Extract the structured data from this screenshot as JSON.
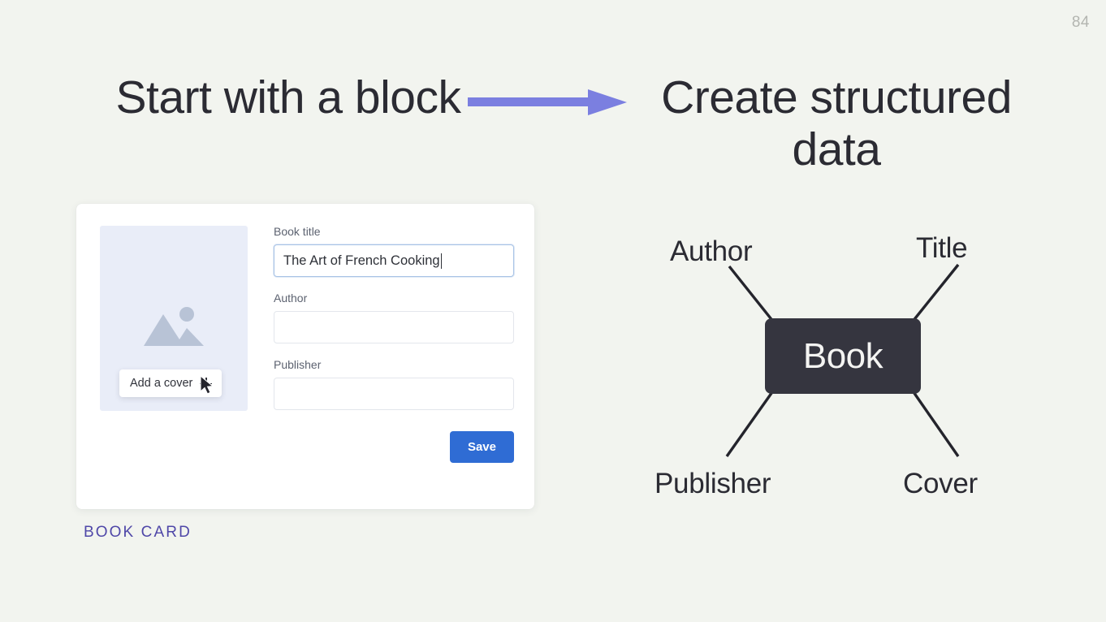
{
  "slide": {
    "page_number": "84",
    "background_color": "#f2f4ef",
    "accent_purple": "#4f47a8",
    "arrow_color": "#7b7fe0"
  },
  "left_panel": {
    "heading": "Start with a block",
    "caption": "BOOK CARD",
    "card": {
      "cover": {
        "placeholder_icon": "image-placeholder-icon",
        "chip_label": "Add a cover",
        "chip_icon": "plus-icon",
        "background_color": "#e9edf8"
      },
      "fields": [
        {
          "label": "Book title",
          "value": "The Art of French Cooking",
          "placeholder": "",
          "focused": true
        },
        {
          "label": "Author",
          "value": "",
          "placeholder": "",
          "focused": false
        },
        {
          "label": "Publisher",
          "value": "",
          "placeholder": "",
          "focused": false
        }
      ],
      "save_label": "Save",
      "save_color": "#2f6cd4"
    },
    "cursor": "mouse-pointer-icon"
  },
  "right_panel": {
    "heading": "Create structured data",
    "node": {
      "label": "Book",
      "color": "#35353f"
    },
    "attributes": [
      {
        "label": "Author"
      },
      {
        "label": "Title"
      },
      {
        "label": "Publisher"
      },
      {
        "label": "Cover"
      }
    ]
  }
}
